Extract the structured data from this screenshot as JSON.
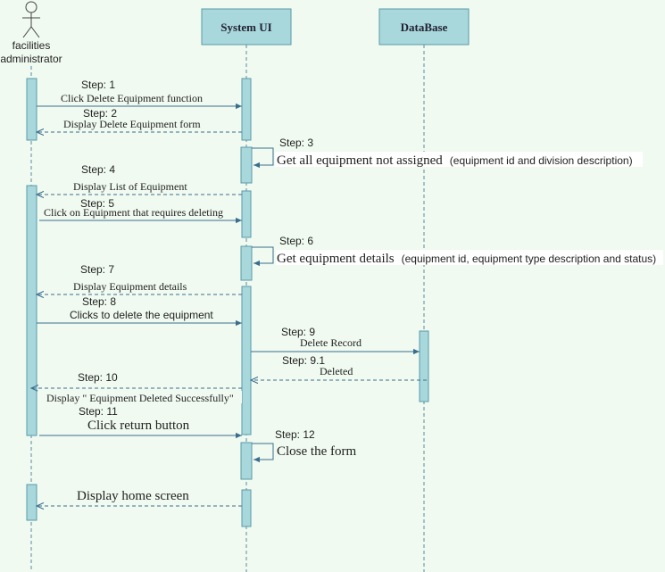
{
  "participants": {
    "actor": "facilities administrator",
    "actor_line1": "facilities",
    "actor_line2": "administrator",
    "system": "System UI",
    "database": "DataBase"
  },
  "messages": [
    {
      "step": "Step: 1",
      "label": "Click  Delete Equipment function"
    },
    {
      "step": "Step: 2",
      "label": "Display Delete Equipment form"
    },
    {
      "step": "Step: 3",
      "label": "Get all equipment not assigned",
      "note": "(equipment id and division description)"
    },
    {
      "step": "Step: 4",
      "label": "Display  List of Equipment"
    },
    {
      "step": "Step: 5",
      "label": "Click on Equipment that requires deleting"
    },
    {
      "step": "Step: 6",
      "label": "Get equipment details",
      "note": "(equipment id, equipment type description and status)"
    },
    {
      "step": "Step: 7",
      "label": "Display  Equipment  details"
    },
    {
      "step": "Step: 8",
      "label": "Clicks to delete the equipment"
    },
    {
      "step": "Step: 9",
      "label": "Delete Record"
    },
    {
      "step": "Step: 9.1",
      "label": "Deleted"
    },
    {
      "step": "Step: 10",
      "label": "Display \" Equipment Deleted Successfully\""
    },
    {
      "step": "Step: 11",
      "label": "Click return button"
    },
    {
      "step": "Step: 12",
      "label": "Close the form"
    },
    {
      "step": "",
      "label": "Display home screen"
    }
  ],
  "colors": {
    "background": "#f0faf0",
    "box_fill": "#a8d8dc",
    "box_stroke": "#5a9aa8",
    "arrow": "#3a6e8e"
  }
}
